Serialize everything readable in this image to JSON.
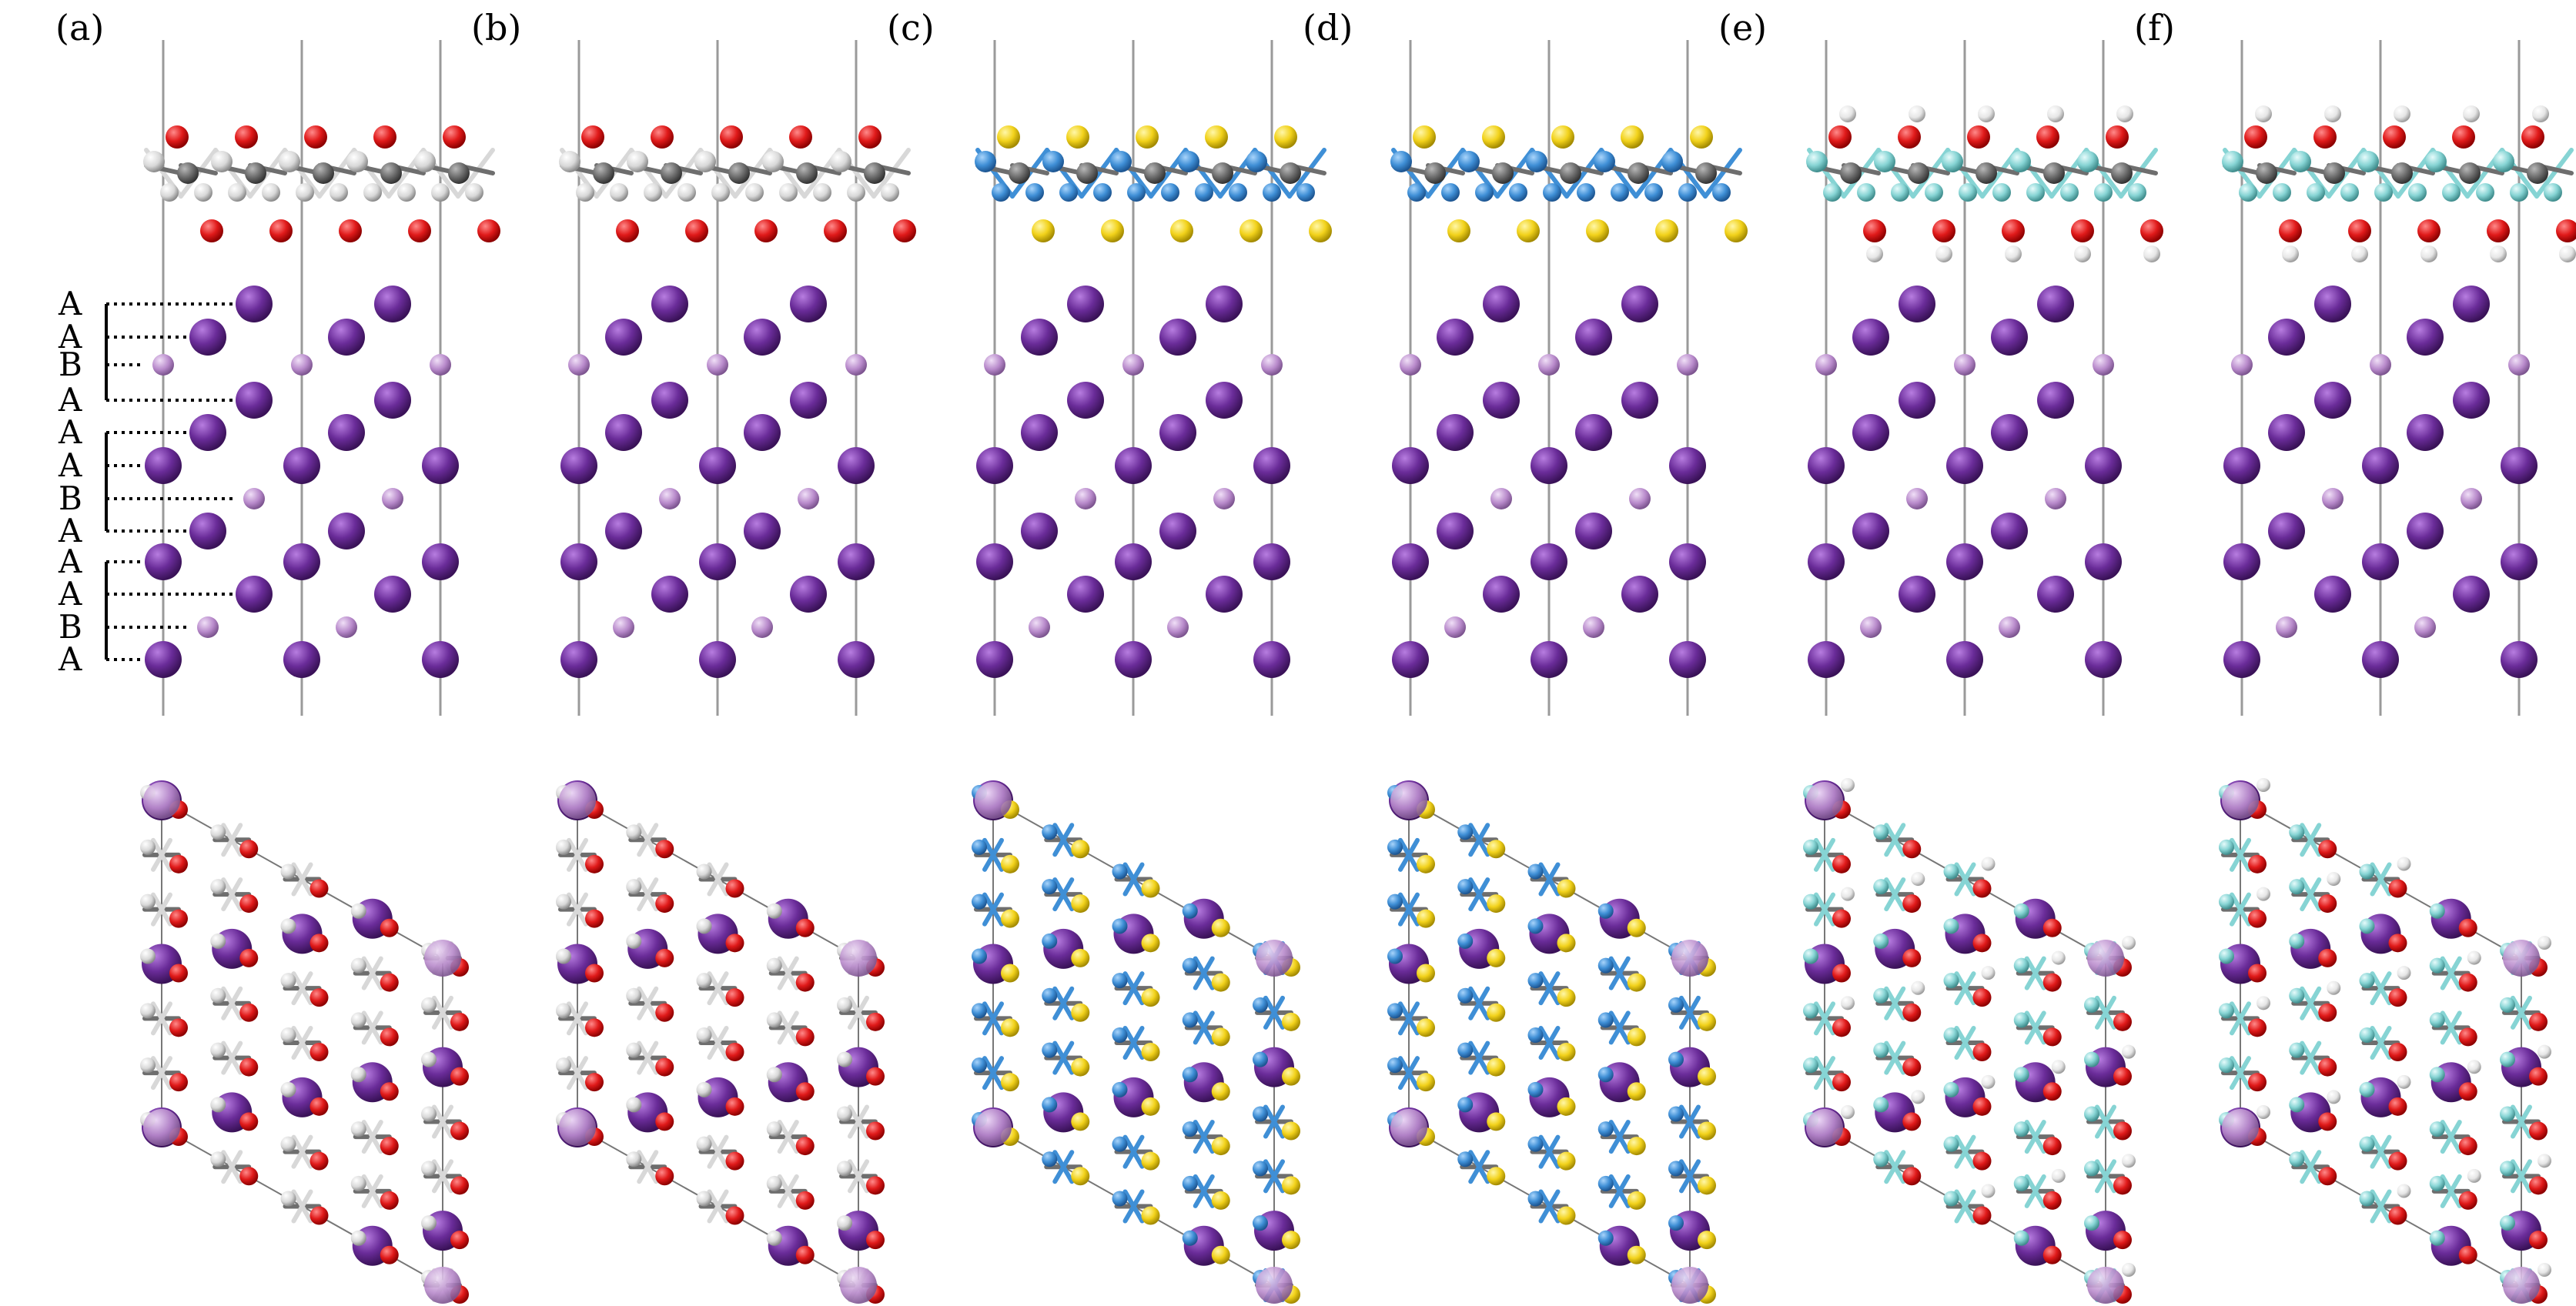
{
  "figure": {
    "panels": [
      {
        "label": "(a)",
        "surface": "O-terminated",
        "top_color": "#e01a1a",
        "mid_color": "#d8d8d8",
        "frame_color": "#6e6e6e"
      },
      {
        "label": "(b)",
        "surface": "O-terminated",
        "top_color": "#e01a1a",
        "mid_color": "#d8d8d8",
        "frame_color": "#6e6e6e"
      },
      {
        "label": "(c)",
        "surface": "S-terminated",
        "top_color": "#f2d21b",
        "mid_color": "#3f8fd6",
        "frame_color": "#6e6e6e"
      },
      {
        "label": "(d)",
        "surface": "S-terminated",
        "top_color": "#f2d21b",
        "mid_color": "#3f8fd6",
        "frame_color": "#6e6e6e"
      },
      {
        "label": "(e)",
        "surface": "OH-terminated",
        "top_color": "#e01a1a",
        "mid_color": "#86d4d4",
        "frame_color": "#6e6e6e",
        "h_color": "#f4f4f4"
      },
      {
        "label": "(f)",
        "surface": "OH-terminated",
        "top_color": "#e01a1a",
        "mid_color": "#86d4d4",
        "frame_color": "#6e6e6e",
        "h_color": "#f4f4f4"
      }
    ],
    "stacking_labels": [
      "A",
      "A",
      "B",
      "A",
      "A",
      "A",
      "B",
      "A",
      "A",
      "A",
      "B",
      "A"
    ],
    "colors": {
      "large_atom": "#6a2c99",
      "small_atom": "#b88acb",
      "cell_line": "#9a9a9a"
    }
  }
}
